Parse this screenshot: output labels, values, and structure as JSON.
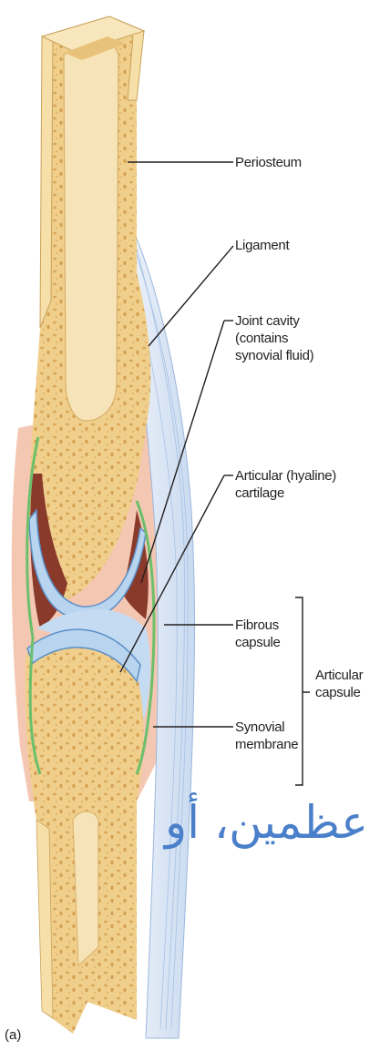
{
  "labels": {
    "periosteum": "Periosteum",
    "ligament": "Ligament",
    "joint_cavity": [
      "Joint cavity",
      "(contains",
      "synovial fluid)"
    ],
    "articular_cartilage": [
      "Articular (hyaline)",
      "cartilage"
    ],
    "fibrous_capsule": [
      "Fibrous",
      "capsule"
    ],
    "synovial_membrane": [
      "Synovial",
      "membrane"
    ],
    "articular_capsule": [
      "Articular",
      "capsule"
    ]
  },
  "overlay_text": "عظمين، أو",
  "panel_label": "(a)",
  "colors": {
    "bone": "#f3d9a0",
    "spongy_bone": "#e9c27a",
    "marrow_cavity": "#f6e4b8",
    "cartilage": "#b8d4ee",
    "cavity": "#8a3a2a",
    "synovial": "#6cbf6c",
    "capsule": "#f4c7b2",
    "ligament": "#dfe9f6",
    "overlay": "#4a7fc9"
  }
}
